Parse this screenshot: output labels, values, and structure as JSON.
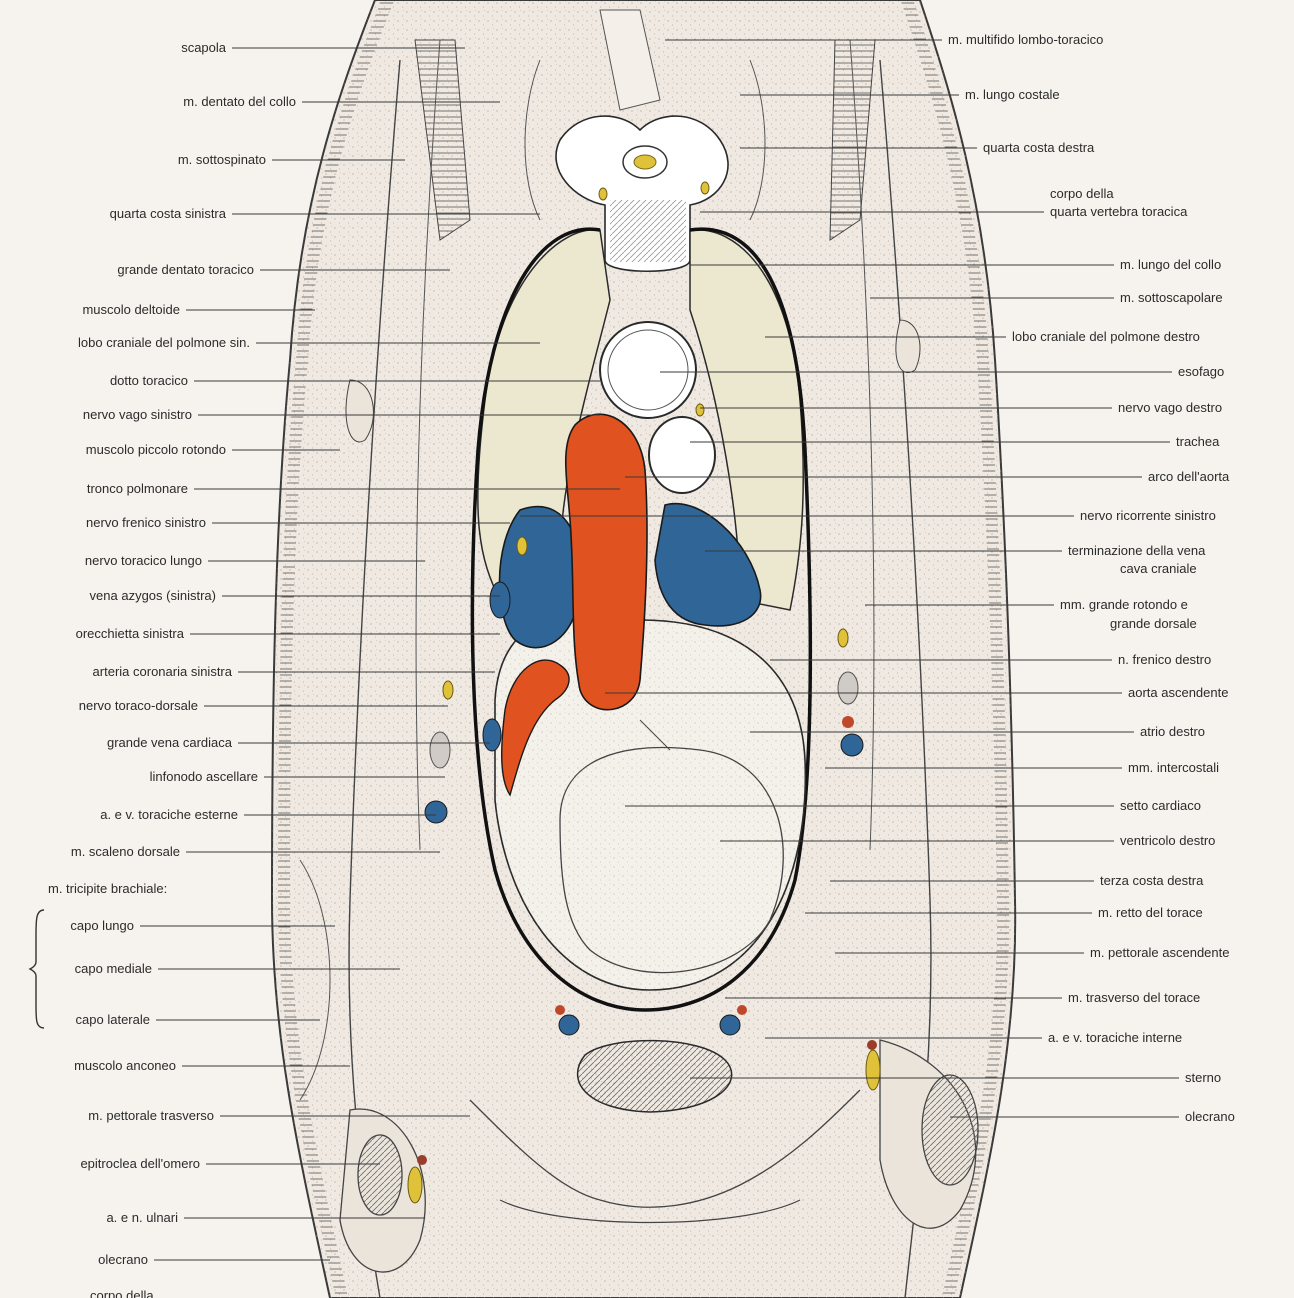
{
  "labels_left": [
    "scapola",
    "m. dentato del collo",
    "m. sottospinato",
    "quarta costa sinistra",
    "grande dentato toracico",
    "muscolo deltoide",
    "lobo craniale del polmone sin.",
    "dotto toracico",
    "nervo vago sinistro",
    "muscolo piccolo rotondo",
    "tronco polmonare",
    "nervo frenico sinistro",
    "nervo toracico lungo",
    "vena azygos (sinistra)",
    "orecchietta sinistra",
    "arteria coronaria sinistra",
    "nervo toraco-dorsale",
    "grande vena cardiaca",
    "linfonodo ascellare",
    "a. e v. toraciche esterne",
    "m. scaleno dorsale",
    "m. tricipite brachiale:",
    "capo lungo",
    "capo mediale",
    "capo laterale",
    "muscolo anconeo",
    "m. pettorale trasverso",
    "epitroclea dell'omero",
    "a. e n. ulnari",
    "olecrano",
    "corpo della"
  ],
  "labels_right": [
    "m. multifido lombo-toracico",
    "m. lungo costale",
    "quarta costa destra",
    "corpo della",
    "quarta vertebra toracica",
    "m. lungo del collo",
    "m. sottoscapolare",
    "lobo craniale del polmone destro",
    "esofago",
    "nervo vago destro",
    "trachea",
    "arco dell'aorta",
    "nervo ricorrente sinistro",
    "terminazione della vena",
    "cava craniale",
    "mm. grande rotondo e",
    "grande dorsale",
    "n. frenico destro",
    "aorta ascendente",
    "atrio destro",
    "mm. intercostali",
    "setto cardiaco",
    "ventricolo destro",
    "terza costa destra",
    "m. retto del torace",
    "m. pettorale ascendente",
    "m. trasverso del torace",
    "a. e v. toraciche interne",
    "sterno",
    "olecrano"
  ],
  "colors": {
    "background": "#f6f3ee",
    "tissue": "#efe9e2",
    "lung": "#ece8cf",
    "artery": "#e0521f",
    "vein": "#2f6697",
    "outline": "#1b1b1b",
    "nerve": "#e0c23a"
  }
}
